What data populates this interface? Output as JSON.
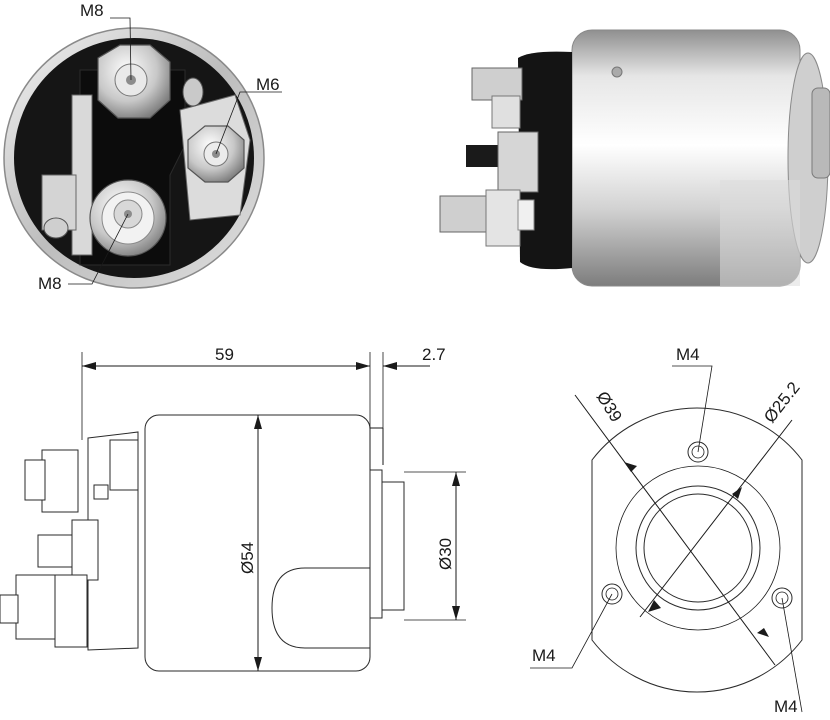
{
  "photo_end_view": {
    "label_top_terminal": "M8",
    "label_side_terminal": "M6",
    "label_bottom_terminal": "M8"
  },
  "side_drawing": {
    "dim_length": "59",
    "dim_offset": "2.7",
    "dim_body_diameter": "Ø54",
    "dim_plunger_diameter": "Ø30"
  },
  "flange_drawing": {
    "label_hole_top": "M4",
    "label_hole_left": "M4",
    "label_hole_right": "M4",
    "dim_bolt_circle": "Ø39",
    "dim_bore": "Ø25.2"
  },
  "colors": {
    "line": "#1a1a1a",
    "black_cap": "#141414",
    "metal_light": "#e8e8e8",
    "metal_dark": "#9a9a9a"
  }
}
